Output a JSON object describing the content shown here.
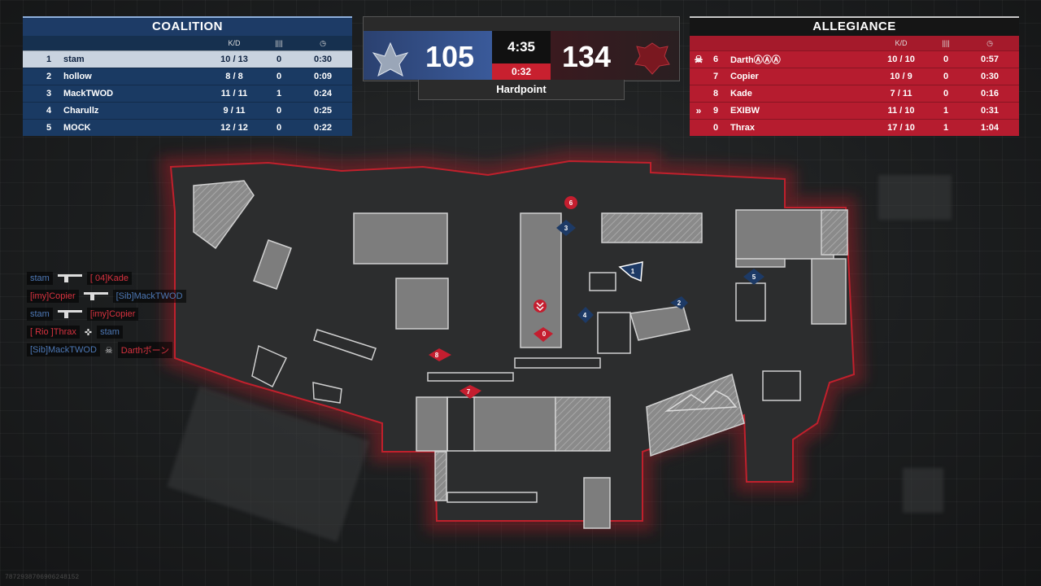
{
  "coalition": {
    "name": "COALITION",
    "headers": {
      "kd": "K/D",
      "streak_icon": "tally-icon",
      "time_icon": "clock-icon"
    },
    "players": [
      {
        "num": "1",
        "name": "stam",
        "kd": "10 / 13",
        "streak": "0",
        "time": "0:30"
      },
      {
        "num": "2",
        "name": "hollow",
        "kd": "8 / 8",
        "streak": "0",
        "time": "0:09"
      },
      {
        "num": "3",
        "name": "MackTWOD",
        "kd": "11 / 11",
        "streak": "1",
        "time": "0:24"
      },
      {
        "num": "4",
        "name": "Charullz",
        "kd": "9 / 11",
        "streak": "0",
        "time": "0:25"
      },
      {
        "num": "5",
        "name": "MOCK",
        "kd": "12 / 12",
        "streak": "0",
        "time": "0:22"
      }
    ]
  },
  "allegiance": {
    "name": "ALLEGIANCE",
    "headers": {
      "kd": "K/D",
      "streak_icon": "tally-icon",
      "time_icon": "clock-icon"
    },
    "players": [
      {
        "num": "6",
        "name": "DarthⒶⒶⒶ",
        "kd": "10 / 10",
        "streak": "0",
        "time": "0:57"
      },
      {
        "num": "7",
        "name": "Copier",
        "kd": "10 / 9",
        "streak": "0",
        "time": "0:30"
      },
      {
        "num": "8",
        "name": "Kade",
        "kd": "7 / 11",
        "streak": "0",
        "time": "0:16"
      },
      {
        "num": "9",
        "name": "EXIBW",
        "kd": "11 / 10",
        "streak": "1",
        "time": "0:31"
      },
      {
        "num": "0",
        "name": "Thrax",
        "kd": "17 / 10",
        "streak": "1",
        "time": "1:04"
      }
    ]
  },
  "score": {
    "coalition": "105",
    "allegiance": "134",
    "clock": "4:35",
    "hill_timer": "0:32",
    "mode": "Hardpoint"
  },
  "killfeed": [
    {
      "killer": "stam",
      "killer_team": "blue",
      "weapon": "rifle-icon",
      "victim": "[ 04]Kade",
      "victim_team": "red"
    },
    {
      "killer": "[imy]Copier",
      "killer_team": "red",
      "weapon": "rifle-icon",
      "victim": "[Sib]MackTWOD",
      "victim_team": "blue"
    },
    {
      "killer": "stam",
      "killer_team": "blue",
      "weapon": "rifle-icon",
      "victim": "[imy]Copier",
      "victim_team": "red"
    },
    {
      "killer": "[ Rio ]Thrax",
      "killer_team": "red",
      "weapon": "crosshair-icon",
      "victim": "stam",
      "victim_team": "blue"
    },
    {
      "killer": "[Sib]MackTWOD",
      "killer_team": "blue",
      "weapon": "skull-icon",
      "victim": "Darthボーン",
      "victim_team": "red"
    }
  ],
  "map_markers": [
    {
      "label": "1",
      "team": "blue"
    },
    {
      "label": "2",
      "team": "blue"
    },
    {
      "label": "3",
      "team": "blue"
    },
    {
      "label": "4",
      "team": "blue"
    },
    {
      "label": "5",
      "team": "blue"
    },
    {
      "label": "6",
      "team": "red"
    },
    {
      "label": "0",
      "team": "red"
    },
    {
      "label": "8",
      "team": "red"
    },
    {
      "label": "7",
      "team": "red"
    }
  ],
  "watermark": "7872938706906248152",
  "colors": {
    "coalition": "#1a3a63",
    "allegiance": "#b61c2f",
    "map_border": "#c0202c"
  }
}
